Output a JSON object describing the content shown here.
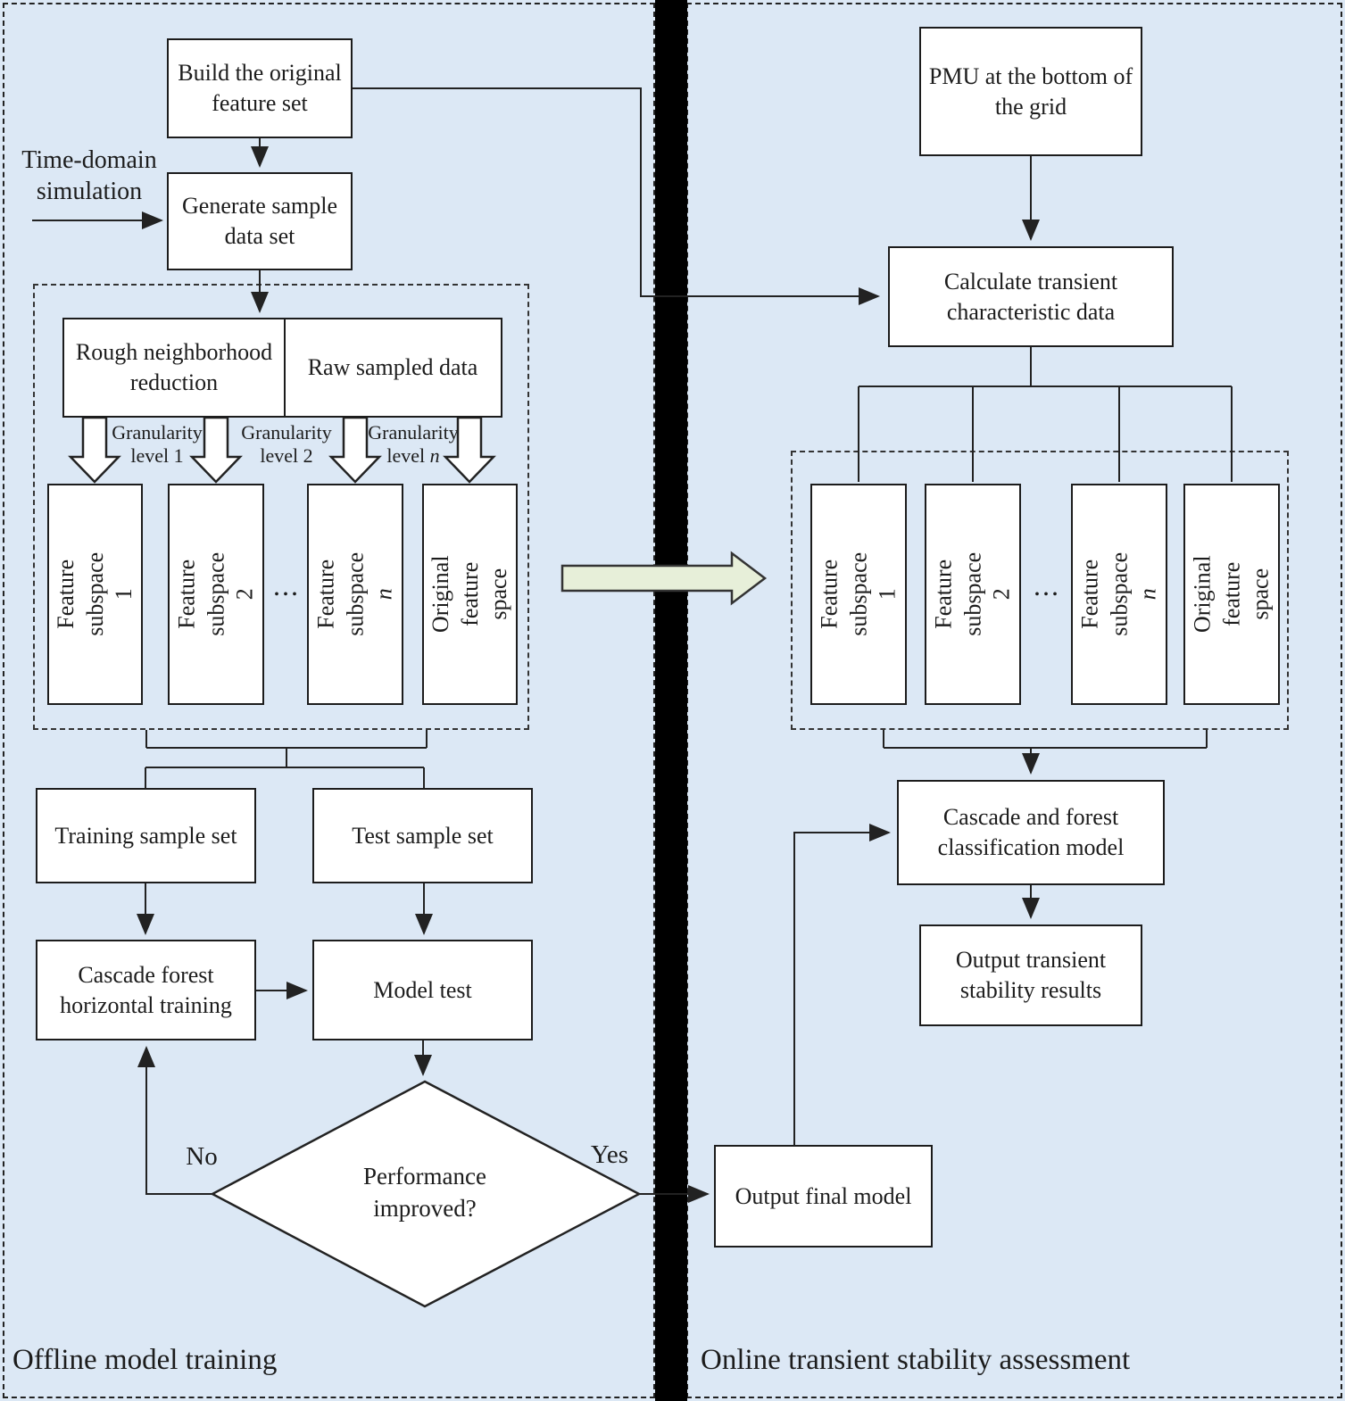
{
  "colors": {
    "background": "#dce8f5",
    "box_fill": "#ffffff",
    "line": "#222222",
    "divider": "#000000",
    "transfer_arrow_fill": "#e7efd9"
  },
  "offline": {
    "caption": "Offline model training",
    "build_box": "Build the original feature set",
    "time_domain_label": "Time-domain simulation",
    "generate_box": "Generate sample data set",
    "rough_box": "Rough neighborhood reduction",
    "raw_box": "Raw sampled data",
    "granularity_labels": [
      {
        "word": "Granularity",
        "level_prefix": "level ",
        "level_value": "1"
      },
      {
        "word": "Granularity",
        "level_prefix": "level ",
        "level_value": "2"
      },
      {
        "word": "Granularity",
        "level_prefix": "level ",
        "level_value": "n"
      }
    ],
    "subspaces": [
      {
        "line1": "Feature",
        "line2": "subspace 1",
        "line2_italic": ""
      },
      {
        "line1": "Feature",
        "line2": "subspace 2",
        "line2_italic": ""
      },
      {
        "line1": "Feature",
        "line2": "subspace ",
        "line2_italic": "n"
      },
      {
        "line1": "Original feature",
        "line2": "space",
        "line2_italic": ""
      }
    ],
    "dots": "...",
    "training_box": "Training sample set",
    "test_box": "Test sample set",
    "cascade_box": "Cascade forest horizontal training",
    "model_test_box": "Model test",
    "decision": {
      "line1": "Performance",
      "line2": "improved?",
      "no_label": "No",
      "yes_label": "Yes"
    }
  },
  "online": {
    "caption": "Online transient stability assessment",
    "pmu_box": "PMU at the bottom of the grid",
    "calc_box": "Calculate transient characteristic data",
    "subspaces": [
      {
        "line1": "Feature",
        "line2": "subspace 1",
        "line2_italic": ""
      },
      {
        "line1": "Feature",
        "line2": "subspace 2",
        "line2_italic": ""
      },
      {
        "line1": "Feature",
        "line2": "subspace ",
        "line2_italic": "n"
      },
      {
        "line1": "Original feature",
        "line2": "space",
        "line2_italic": ""
      }
    ],
    "dots": "...",
    "cascade_forest_box": "Cascade and forest classification model",
    "results_box": "Output transient stability results",
    "final_box": "Output final model"
  }
}
